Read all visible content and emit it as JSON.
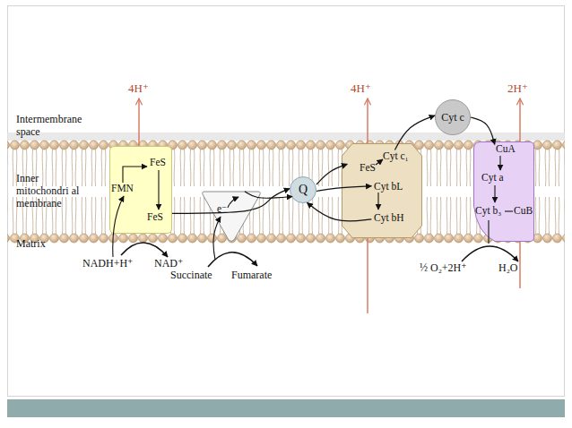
{
  "diagram": {
    "nodes": [
      {
        "text": [
          "FMN",
          "FeS",
          "FeS"
        ]
      },
      {
        "text": [
          "e⁻"
        ]
      },
      {
        "text": [
          "Q"
        ]
      },
      {
        "text": [
          "FeS",
          "Cyt c₁",
          "Cyt bL",
          "Cyt bH"
        ]
      },
      {
        "text": [
          "Cyt c"
        ]
      },
      {
        "text": [
          "CuA",
          "Cyt a",
          "Cyt b₃",
          "CuB"
        ]
      }
    ],
    "edges": [
      {
        "from": 0,
        "to": 2,
        "arrow": "to"
      },
      {
        "from": 1,
        "to": 2,
        "arrow": "to"
      },
      {
        "from": 2,
        "to": 3,
        "arrow": "to"
      },
      {
        "from": 2,
        "to": 3,
        "arrow": "to"
      },
      {
        "from": 3,
        "to": 2,
        "arrow": "to"
      },
      {
        "from": 3,
        "to": 4,
        "arrow": "to"
      },
      {
        "from": 4,
        "to": 5,
        "arrow": "to"
      }
    ],
    "labels": [
      "4H⁺",
      "4H⁺",
      "2H⁺",
      "Intermembrane space",
      "Inner mitochondri al membrane",
      "Matrix",
      "NADH+H⁺",
      "NAD⁺",
      "Succinate",
      "Fumarate",
      "½ O₂+2H⁺",
      "H₂O"
    ]
  }
}
